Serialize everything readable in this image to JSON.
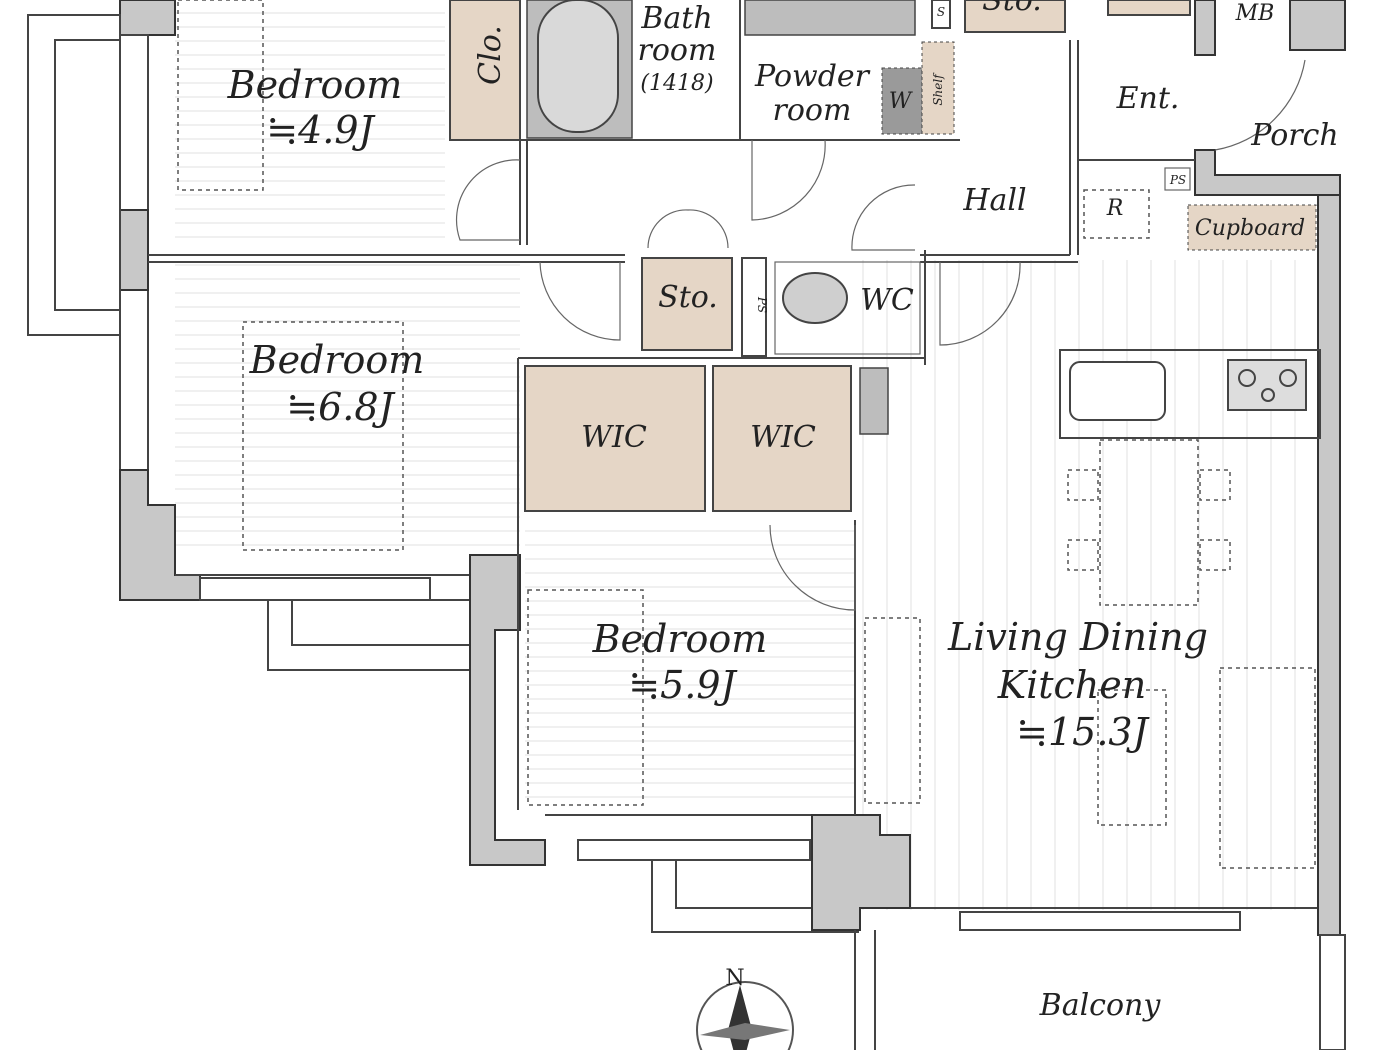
{
  "rooms": {
    "bedroom1": {
      "name": "Bedroom",
      "size": "≒4.9J"
    },
    "bedroom2": {
      "name": "Bedroom",
      "size": "≒6.8J"
    },
    "bedroom3": {
      "name": "Bedroom",
      "size": "≒5.9J"
    },
    "ldk": {
      "line1": "Living Dining",
      "line2": "Kitchen",
      "size": "≒15.3J"
    },
    "closet": "Clo.",
    "bathroom": {
      "line1": "Bath",
      "line2": "room",
      "line3": "(1418)"
    },
    "powder": {
      "line1": "Powder",
      "line2": "room"
    },
    "washer": "W",
    "shelf": "Shelf",
    "storage_top": "Sto.",
    "storage_s": "S",
    "entrance": "Ent.",
    "meter_box": "MB",
    "porch": "Porch",
    "hall": "Hall",
    "refrigerator": "R",
    "pipe_space_1": "PS",
    "cupboard": "Cupboard",
    "storage": "Sto.",
    "pipe_space_2": "PS",
    "wc": "WC",
    "wic1": "WIC",
    "wic2": "WIC",
    "balcony": "Balcony"
  },
  "compass": {
    "north": "N"
  },
  "colors": {
    "storage_fill": "#e5d6c6",
    "wall_fill": "#c8c8c8"
  }
}
